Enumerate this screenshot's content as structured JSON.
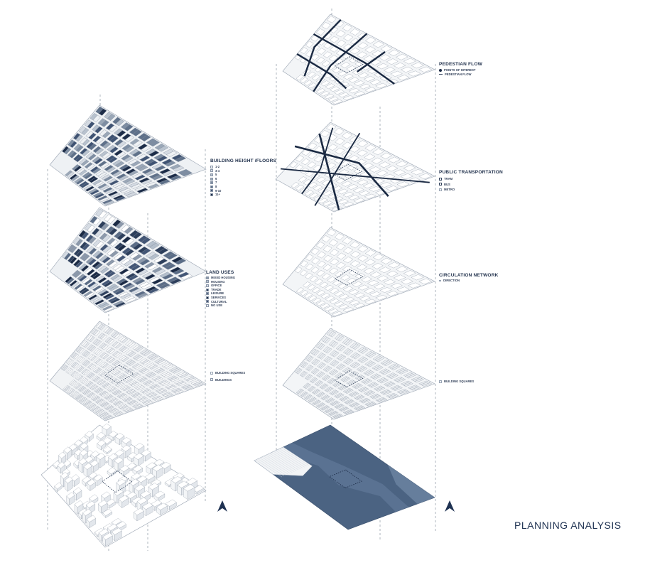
{
  "page_title": "PLANNING ANALYSIS",
  "colors": {
    "navy": "#1f3252",
    "dark": "#2a3b55",
    "mid": "#6c7d95",
    "light": "#c9d0da",
    "pale": "#e9ecf0",
    "terrain": "#4b6382"
  },
  "left_legends": {
    "building_height": {
      "title": "BUILDING HEIGHT /FLOORS",
      "items": [
        "1-2",
        "3-4",
        "5",
        "6",
        "7",
        "8",
        "9-10",
        "11+"
      ],
      "shades": [
        "#eef1f4",
        "#d4dae2",
        "#b8c2ce",
        "#9aa7b7",
        "#7d8da2",
        "#5f718a",
        "#3f5373",
        "#1c2c48"
      ]
    },
    "land_uses": {
      "title": "LAND USES",
      "items": [
        "MIXED HOUSING",
        "HOUSING",
        "OFFICE",
        "TRADE",
        "LEISURE",
        "SERVICES",
        "CULTURAL",
        "NO USE"
      ],
      "shades": [
        "#8c99ab",
        "#b4bfcc",
        "#d6dce4",
        "#2d3f5c",
        "#5b6d87",
        "#1b2a45",
        "#435676",
        "#ffffff"
      ]
    },
    "buildings": {
      "items": [
        "BUILDING SQUARES",
        "BUILDINGS"
      ]
    }
  },
  "right_legends": {
    "pedestrian_flow": {
      "title": "PEDESTIAN FLOW",
      "items": [
        "POINTS OF INTEREST",
        "PEDESTIAN FLOW"
      ]
    },
    "public_transportation": {
      "title": "PUBLIC TRANSPORTATION",
      "items": [
        "TRAM",
        "BUS",
        "METRO"
      ]
    },
    "circulation_network": {
      "title": "CIRCULATION NETWORK",
      "items": [
        "DIRECTION"
      ]
    },
    "building_squares": {
      "items": [
        "BUILDING SQUARES"
      ]
    }
  },
  "icons": {
    "north_arrow": "north-arrow-icon"
  }
}
